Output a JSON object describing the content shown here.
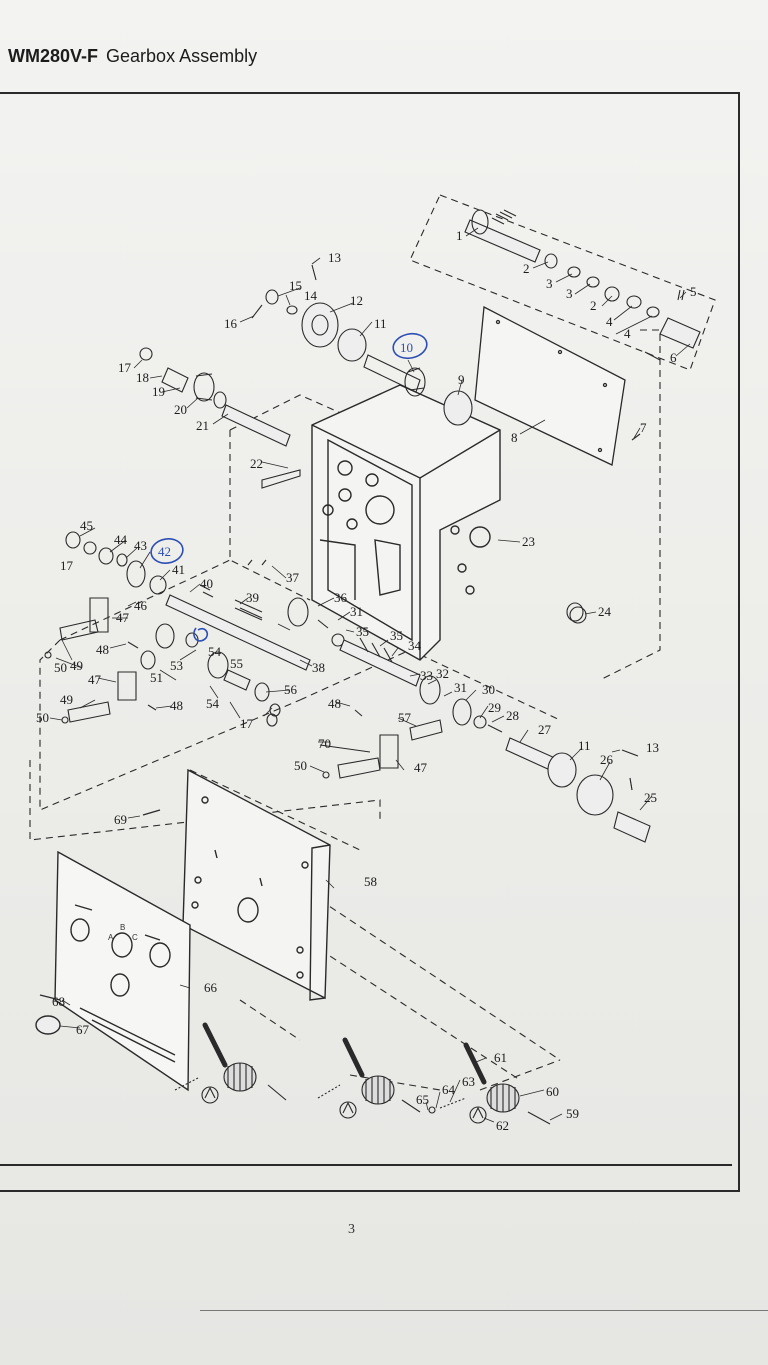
{
  "header": {
    "model": "WM280V-F",
    "title": "Gearbox Assembly"
  },
  "page_number": "3",
  "panel_labels": {
    "A": "A",
    "B": "B",
    "C": "C"
  },
  "callouts": [
    "1",
    "2",
    "3",
    "4",
    "5",
    "6",
    "7",
    "8",
    "9",
    "10",
    "11",
    "12",
    "13",
    "14",
    "15",
    "16",
    "17",
    "18",
    "19",
    "20",
    "21",
    "22",
    "23",
    "24",
    "25",
    "26",
    "27",
    "28",
    "29",
    "30",
    "31",
    "32",
    "33",
    "34",
    "35",
    "36",
    "37",
    "38",
    "39",
    "40",
    "41",
    "42",
    "43",
    "44",
    "45",
    "46",
    "47",
    "48",
    "49",
    "50",
    "51",
    "53",
    "54",
    "55",
    "56",
    "57",
    "58",
    "59",
    "60",
    "61",
    "62",
    "63",
    "64",
    "65",
    "66",
    "67",
    "68",
    "69",
    "70"
  ],
  "circled_callouts": [
    "10",
    "42"
  ],
  "colors": {
    "ink": "#1d1d1d",
    "pen_annotation": "#2d4fb5",
    "paper": "#f0f0ee"
  }
}
